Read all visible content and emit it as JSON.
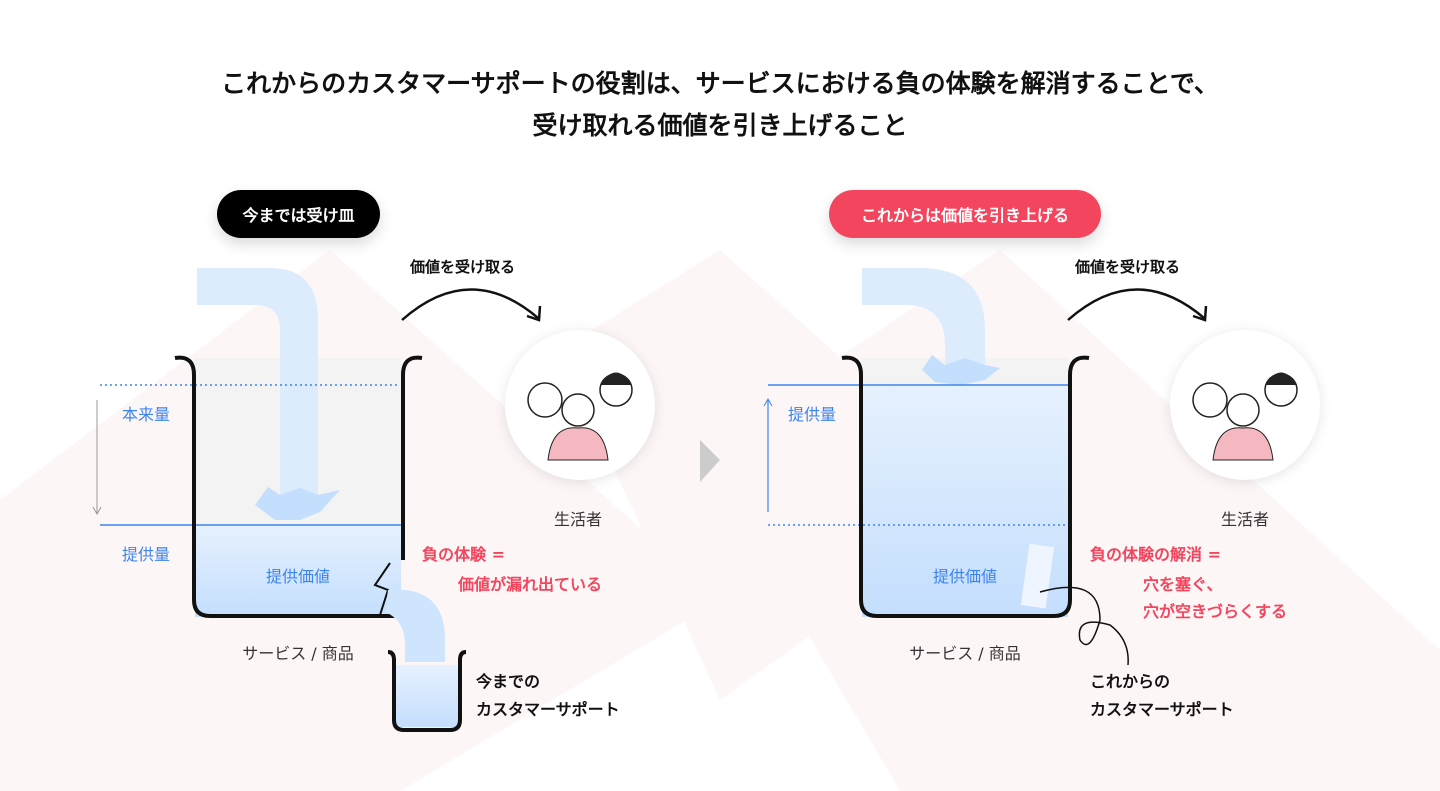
{
  "title": {
    "line1": "これからのカスタマーサポートの役割は、サービスにおける負の体験を解消することで、",
    "line2": "受け取れる価値を引き上げること"
  },
  "left": {
    "badge": "今までは受け皿",
    "receive": "価値を受け取る",
    "original_amount": "本来量",
    "provided_amount": "提供量",
    "provided_value": "提供価値",
    "service": "サービス / 商品",
    "consumer": "生活者",
    "negative_line1": "負の体験 =",
    "negative_line2": "価値が漏れ出ている",
    "support_line1": "今までの",
    "support_line2": "カスタマーサポート"
  },
  "right": {
    "badge": "これからは価値を引き上げる",
    "receive": "価値を受け取る",
    "provided_amount": "提供量",
    "provided_value": "提供価値",
    "service": "サービス / 商品",
    "consumer": "生活者",
    "negative_line1": "負の体験の解消 =",
    "negative_line2": "穴を塞ぐ、",
    "negative_line3": "穴が空きづらくする",
    "support_line1": "これからの",
    "support_line2": "カスタマーサポート"
  },
  "colors": {
    "accent": "#f4455e",
    "blue": "#3d84f0",
    "water": "#cfe4fd"
  }
}
